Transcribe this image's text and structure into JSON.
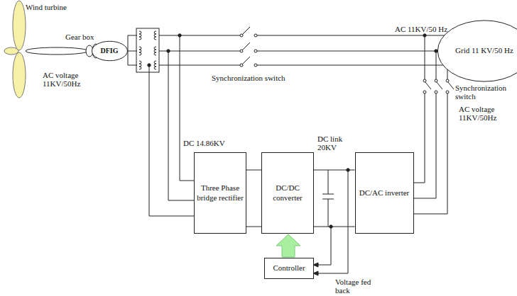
{
  "diagram": {
    "nodes": [
      {
        "text": [
          "DFIG"
        ]
      },
      {
        "text": [
          "Grid 11 KV/50 Hz"
        ]
      },
      {
        "text": [
          "Three Phase bridge rectifier"
        ]
      },
      {
        "text": [
          "DC/DC converter"
        ]
      },
      {
        "text": [
          "DC/AC inverter"
        ]
      },
      {
        "text": [
          "Controller"
        ]
      }
    ],
    "edges": [
      {
        "from": 2,
        "to": 3,
        "arrow": "none"
      },
      {
        "from": 3,
        "to": 4,
        "arrow": "none"
      },
      {
        "from": 5,
        "to": 3,
        "arrow": "to"
      }
    ],
    "labels": [
      "Wind turbine",
      "Gear box",
      "AC voltage 11KV/50Hz",
      "Synchronization switch",
      "AC 11KV/50 Hz",
      "Synchronization switch",
      "AC voltage 11KV/50Hz",
      "DC 14.86KV",
      "DC link 20KV",
      "Voltage fed back"
    ]
  }
}
